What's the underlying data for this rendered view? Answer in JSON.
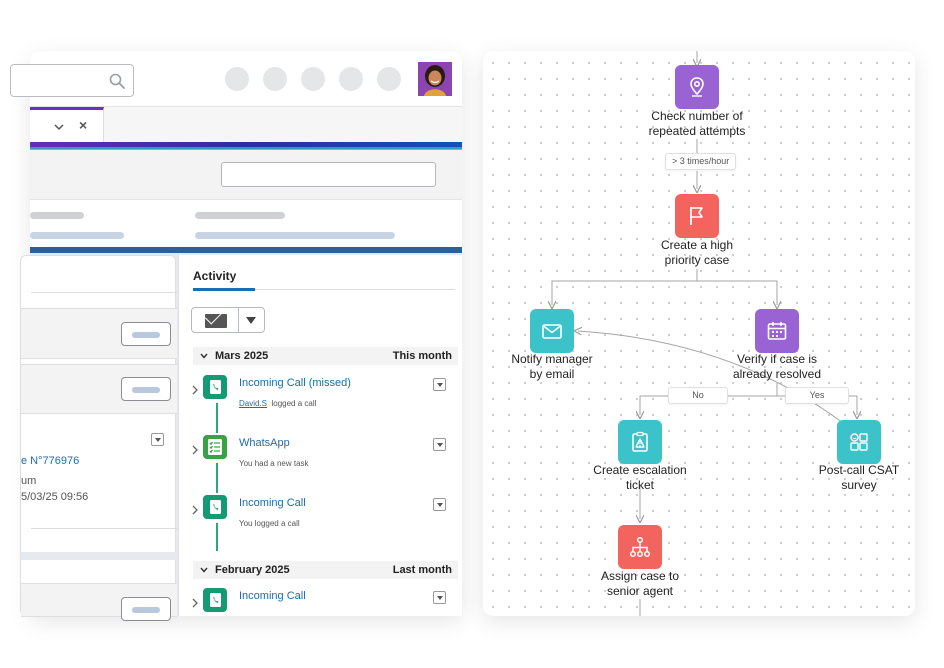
{
  "crm": {
    "close_tab_symbol": "×",
    "activity": {
      "title": "Activity",
      "groups": [
        {
          "month": "Mars 2025",
          "relative": "This month",
          "items": [
            {
              "title": "Incoming Call (missed)",
              "user": "David.S",
              "subtitle": "logged a call",
              "icon": "phone-icon"
            },
            {
              "title": "WhatsApp",
              "subtitle": "You had a new task",
              "icon": "task-list-icon"
            },
            {
              "title": "Incoming Call",
              "subtitle": "You logged a call",
              "icon": "phone-icon"
            }
          ]
        },
        {
          "month": "February 2025",
          "relative": "Last month",
          "items": [
            {
              "title": "Incoming Call",
              "icon": "phone-icon"
            }
          ]
        }
      ]
    },
    "case": {
      "number_fragment": "e N°776976",
      "meta_line_1": "um",
      "meta_line_2": "5/03/25 09:56"
    }
  },
  "flow": {
    "colors": {
      "purple": "#9a63d4",
      "red": "#f4645e",
      "teal": "#3cc3c9"
    },
    "nodes": [
      {
        "id": "check",
        "label_1": "Check number of",
        "label_2": "repeated attempts",
        "icon": "location-pin-icon",
        "color": "purple"
      },
      {
        "id": "create",
        "label_1": "Create a high",
        "label_2": "priority case",
        "icon": "flag-icon",
        "color": "red"
      },
      {
        "id": "notify",
        "label_1": "Notify manager",
        "label_2": "by email",
        "icon": "envelope-icon",
        "color": "teal"
      },
      {
        "id": "verify",
        "label_1": "Verify if case is",
        "label_2": "already resolved",
        "icon": "calendar-icon",
        "color": "purple"
      },
      {
        "id": "escalate",
        "label_1": "Create escalation",
        "label_2": "ticket",
        "icon": "warning-clipboard-icon",
        "color": "teal"
      },
      {
        "id": "csat",
        "label_1": "Post-call CSAT",
        "label_2": "survey",
        "icon": "survey-grid-icon",
        "color": "teal"
      },
      {
        "id": "assign",
        "label_1": "Assign case to",
        "label_2": "senior agent",
        "icon": "org-chart-icon",
        "color": "red"
      }
    ],
    "edge_labels": {
      "threshold": "> 3 times/hour",
      "no": "No",
      "yes": "Yes"
    }
  }
}
